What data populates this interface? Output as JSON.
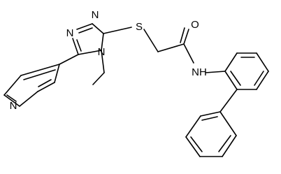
{
  "molecule": {
    "atom_labels": {
      "n_triazole_top": "N",
      "n_triazole_left": "N",
      "n_triazole_ethyl": "N",
      "sulfur": "S",
      "oxygen": "O",
      "amide_nh": "NH",
      "pyridine_n": "N"
    }
  }
}
